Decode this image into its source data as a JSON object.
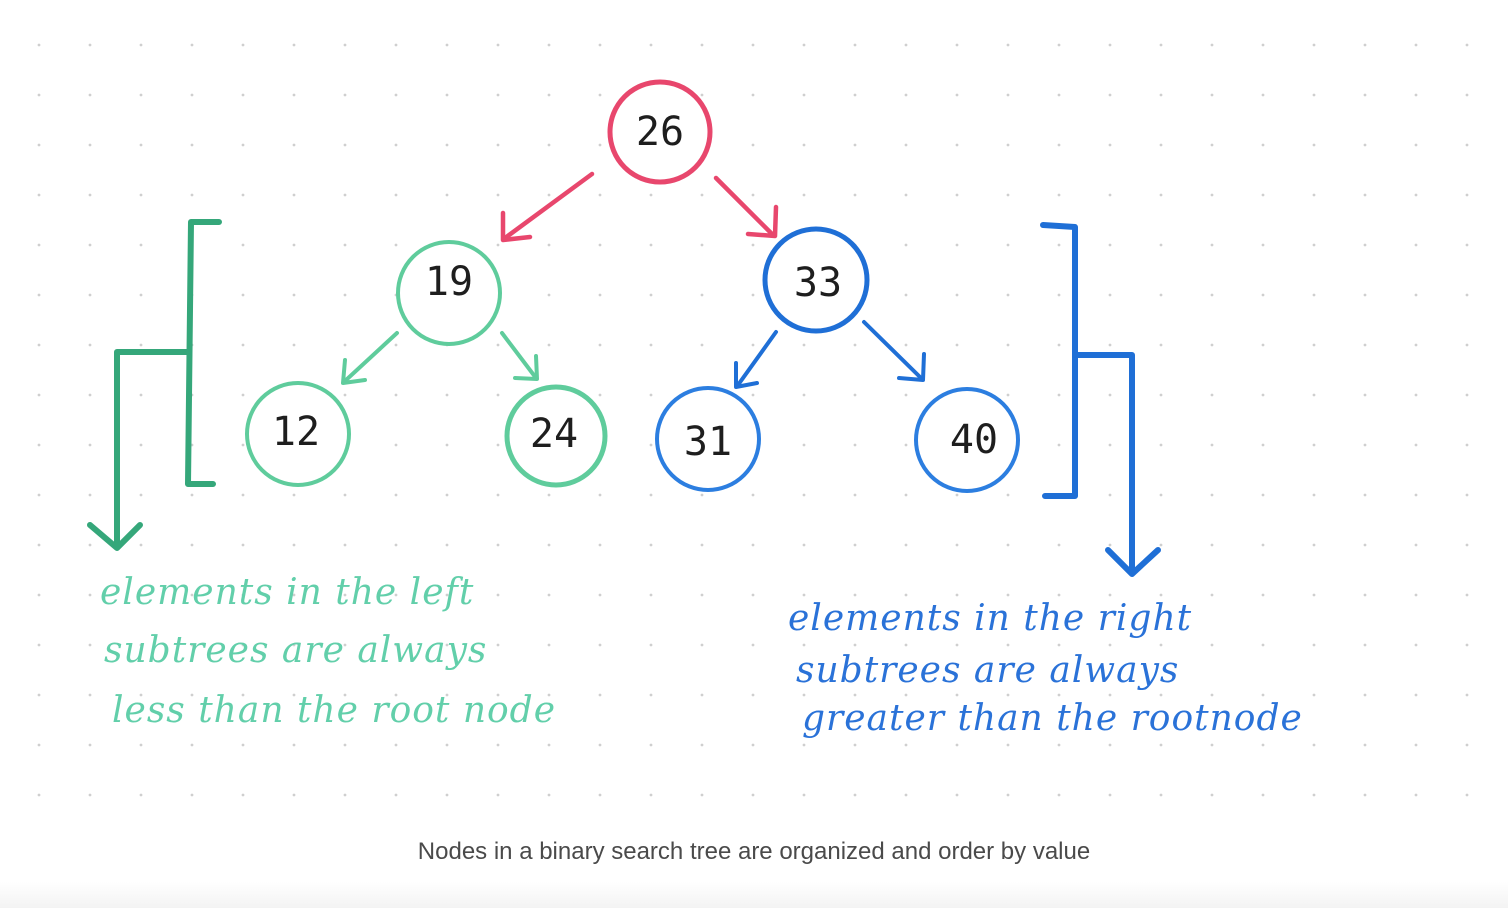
{
  "tree": {
    "root": {
      "value": "26",
      "color": "#e8476d"
    },
    "left_child": {
      "value": "19",
      "color": "#5fcc9c"
    },
    "right_child": {
      "value": "33",
      "color": "#1f6fd6"
    },
    "left_left": {
      "value": "12",
      "color": "#5fcc9c"
    },
    "left_right": {
      "value": "24",
      "color": "#5fcc9c"
    },
    "right_left": {
      "value": "31",
      "color": "#2c7ee0"
    },
    "right_right": {
      "value": "40",
      "color": "#2c7ee0"
    }
  },
  "notes": {
    "left": {
      "line1": "elements in the left",
      "line2": "subtrees are always",
      "line3": "less than the root node",
      "color": "#62cfaa"
    },
    "right": {
      "line1": "elements in the right",
      "line2": "subtrees are always",
      "line3": "greater than the rootnode",
      "color": "#2a72d8"
    }
  },
  "colors": {
    "root": "#e8476d",
    "left_subtree": "#5fcc9c",
    "left_bracket": "#35a77a",
    "right_subtree": "#1f6fd6",
    "dot_grid": "#cfcfcf"
  },
  "caption": "Nodes in a binary search tree are organized and order by value"
}
